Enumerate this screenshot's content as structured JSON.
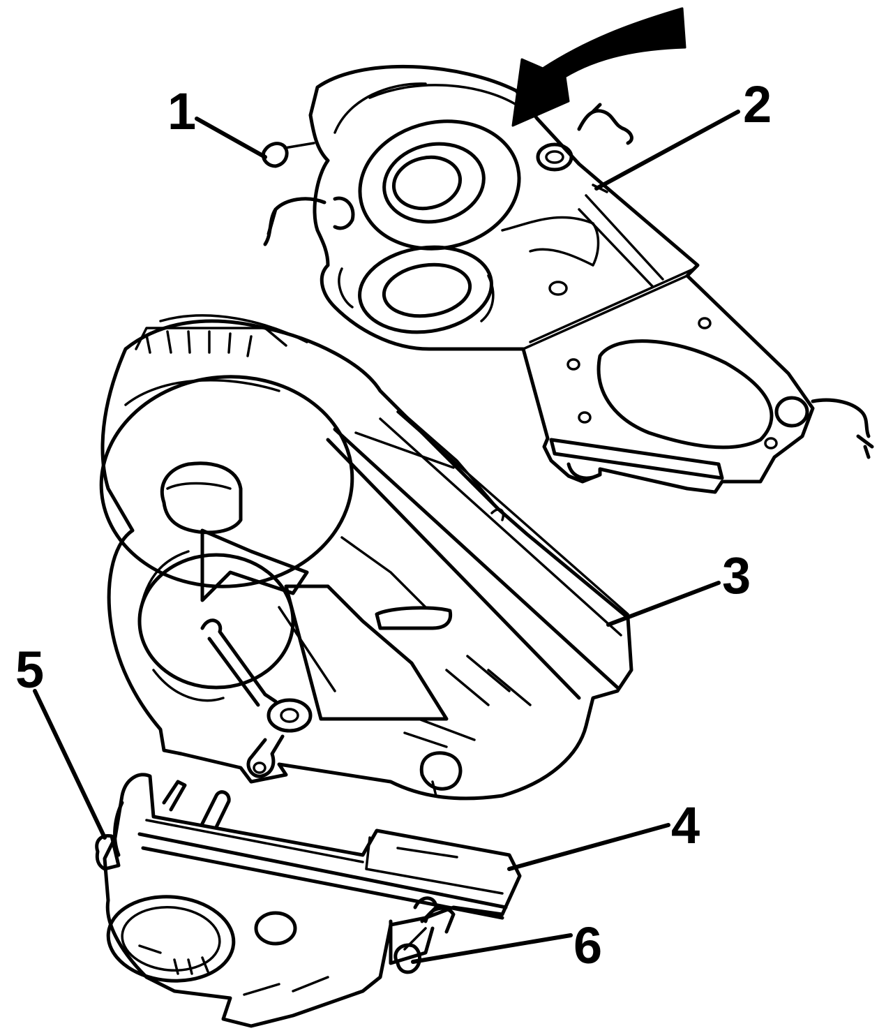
{
  "callouts": [
    {
      "id": "1",
      "label": "1"
    },
    {
      "id": "2",
      "label": "2"
    },
    {
      "id": "3",
      "label": "3"
    },
    {
      "id": "4",
      "label": "4"
    },
    {
      "id": "5",
      "label": "5"
    },
    {
      "id": "6",
      "label": "6"
    }
  ],
  "colors": {
    "ink": "#000000",
    "paper": "#ffffff"
  },
  "icons": [
    "rotation-arrow-icon"
  ]
}
